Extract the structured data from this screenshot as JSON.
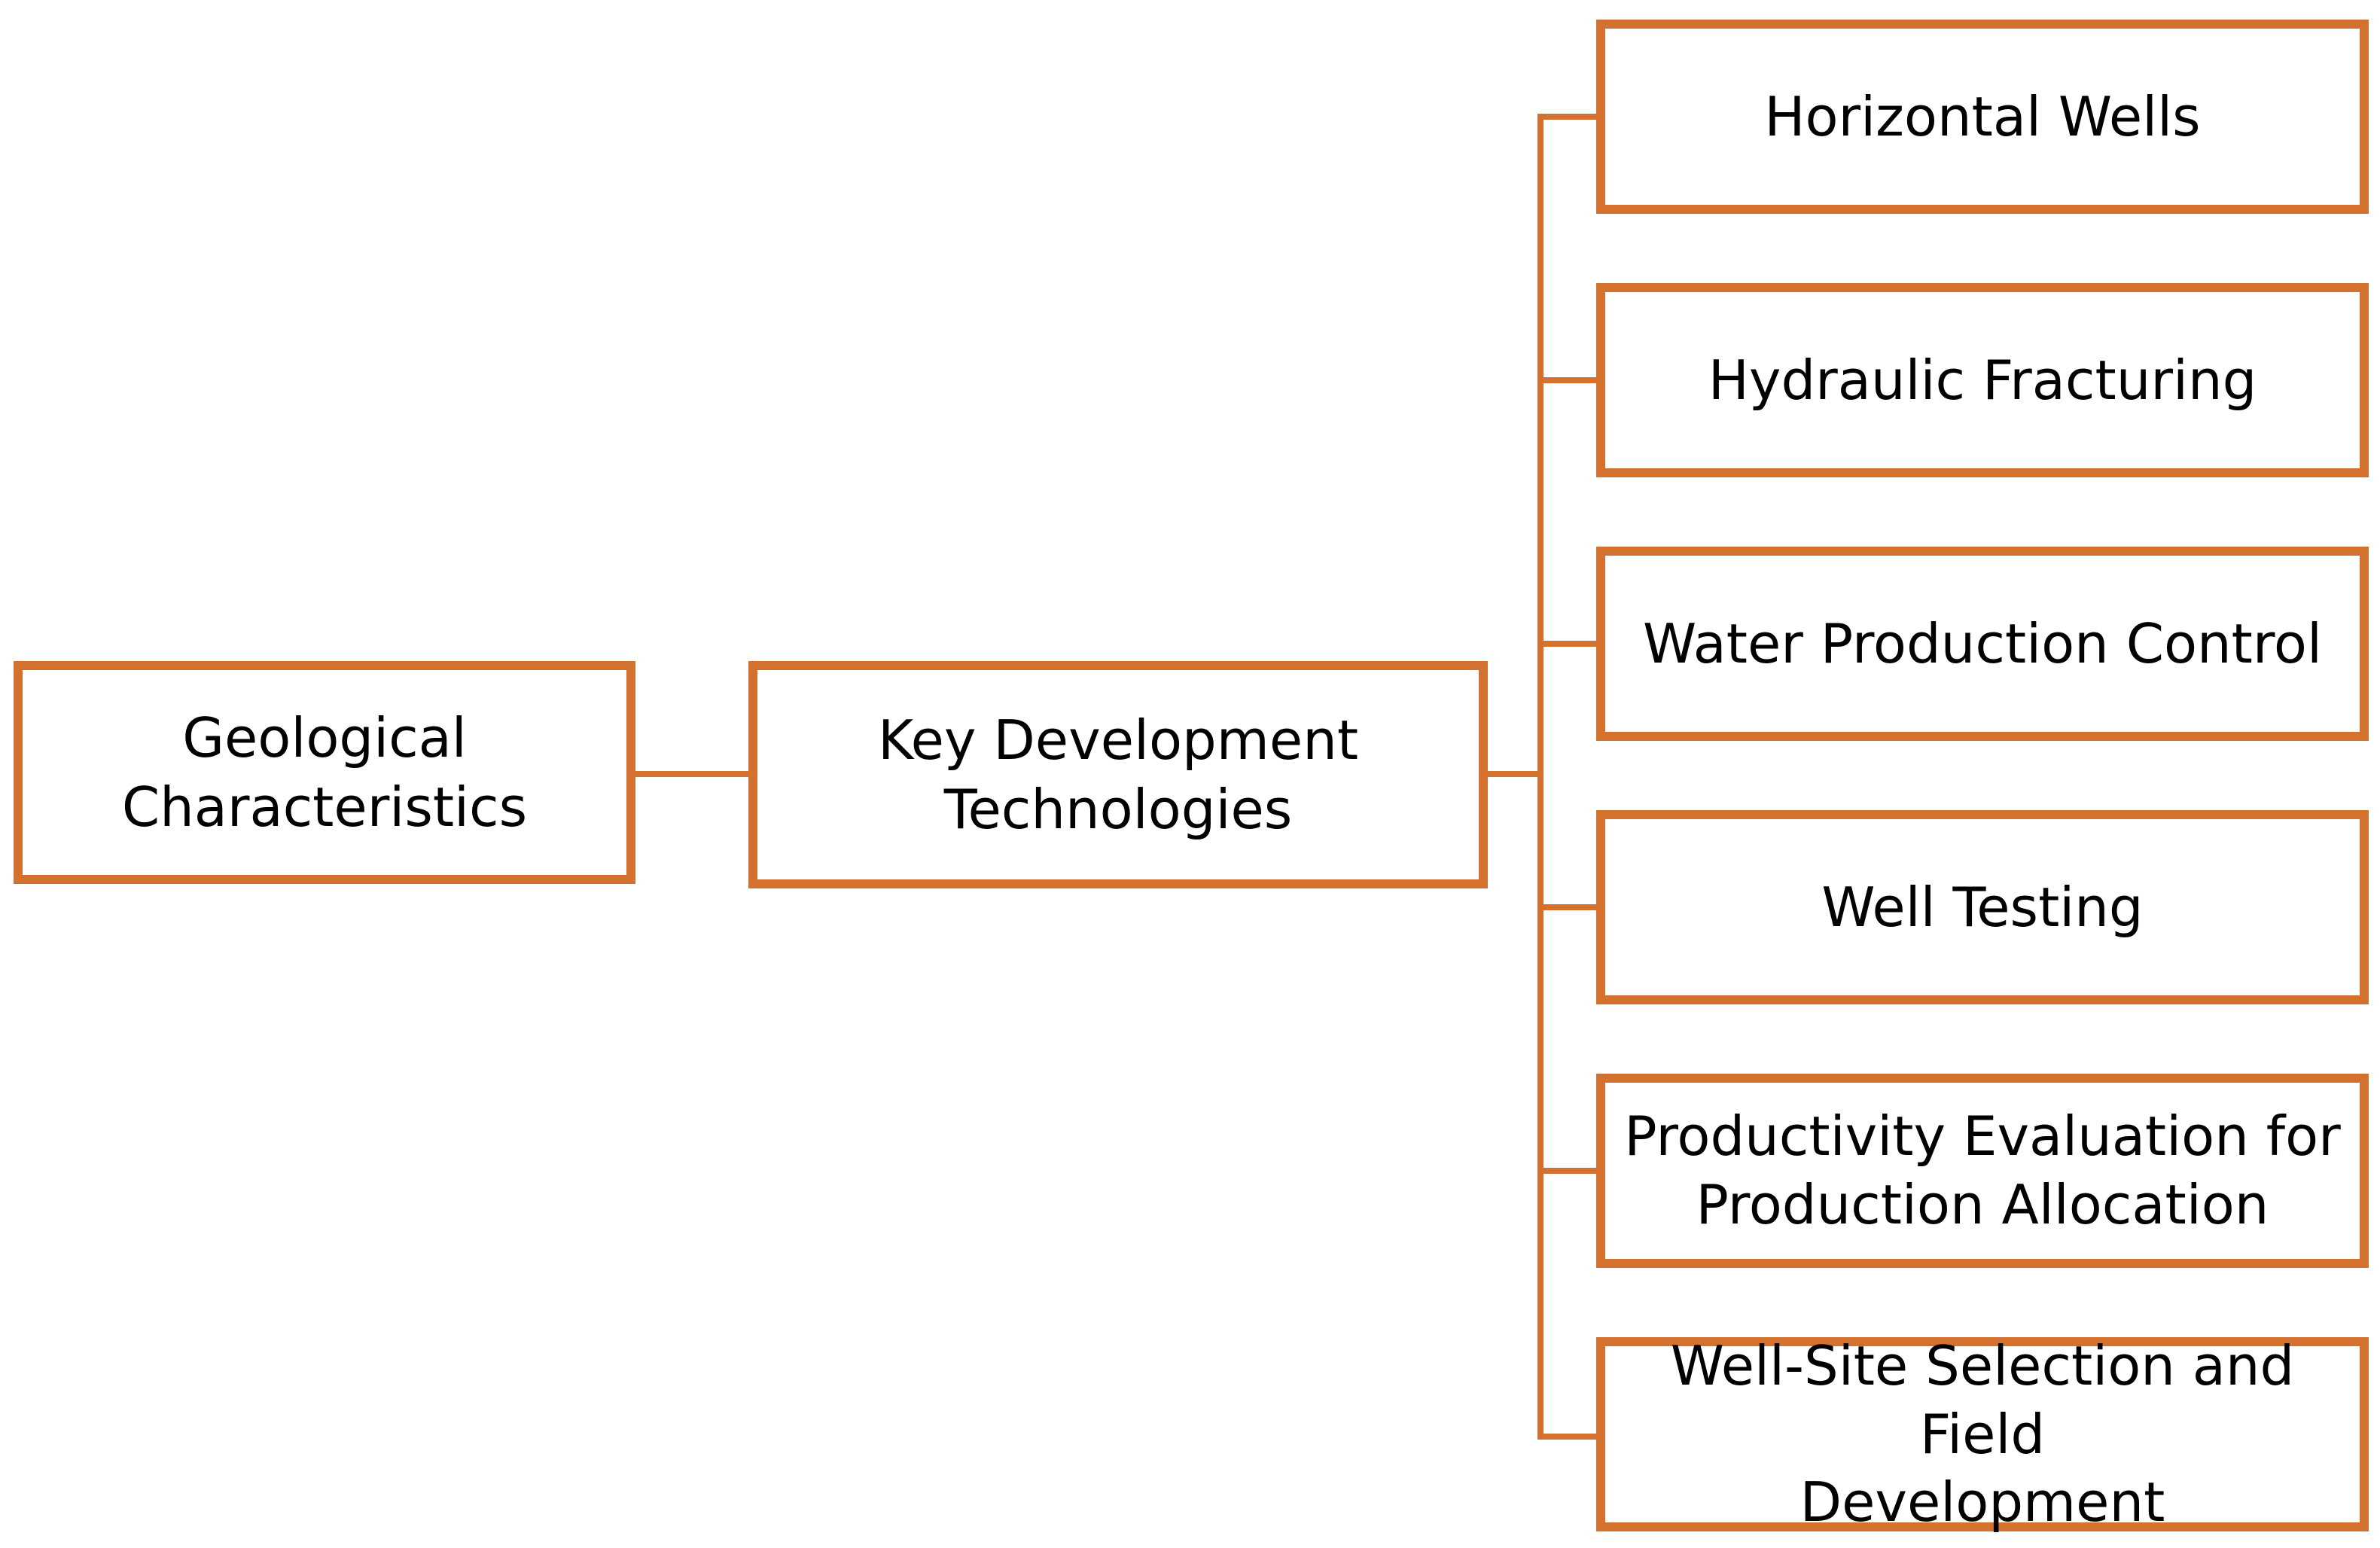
{
  "diagram": {
    "accent_color": "#D4712E",
    "root": {
      "label": "Geological\nCharacteristics"
    },
    "hub": {
      "label": "Key Development\nTechnologies"
    },
    "branches": [
      {
        "label": "Horizontal Wells"
      },
      {
        "label": "Hydraulic Fracturing"
      },
      {
        "label": "Water Production Control"
      },
      {
        "label": "Well Testing"
      },
      {
        "label": "Productivity Evaluation for\nProduction Allocation"
      },
      {
        "label": "Well-Site Selection and Field\nDevelopment"
      }
    ]
  }
}
